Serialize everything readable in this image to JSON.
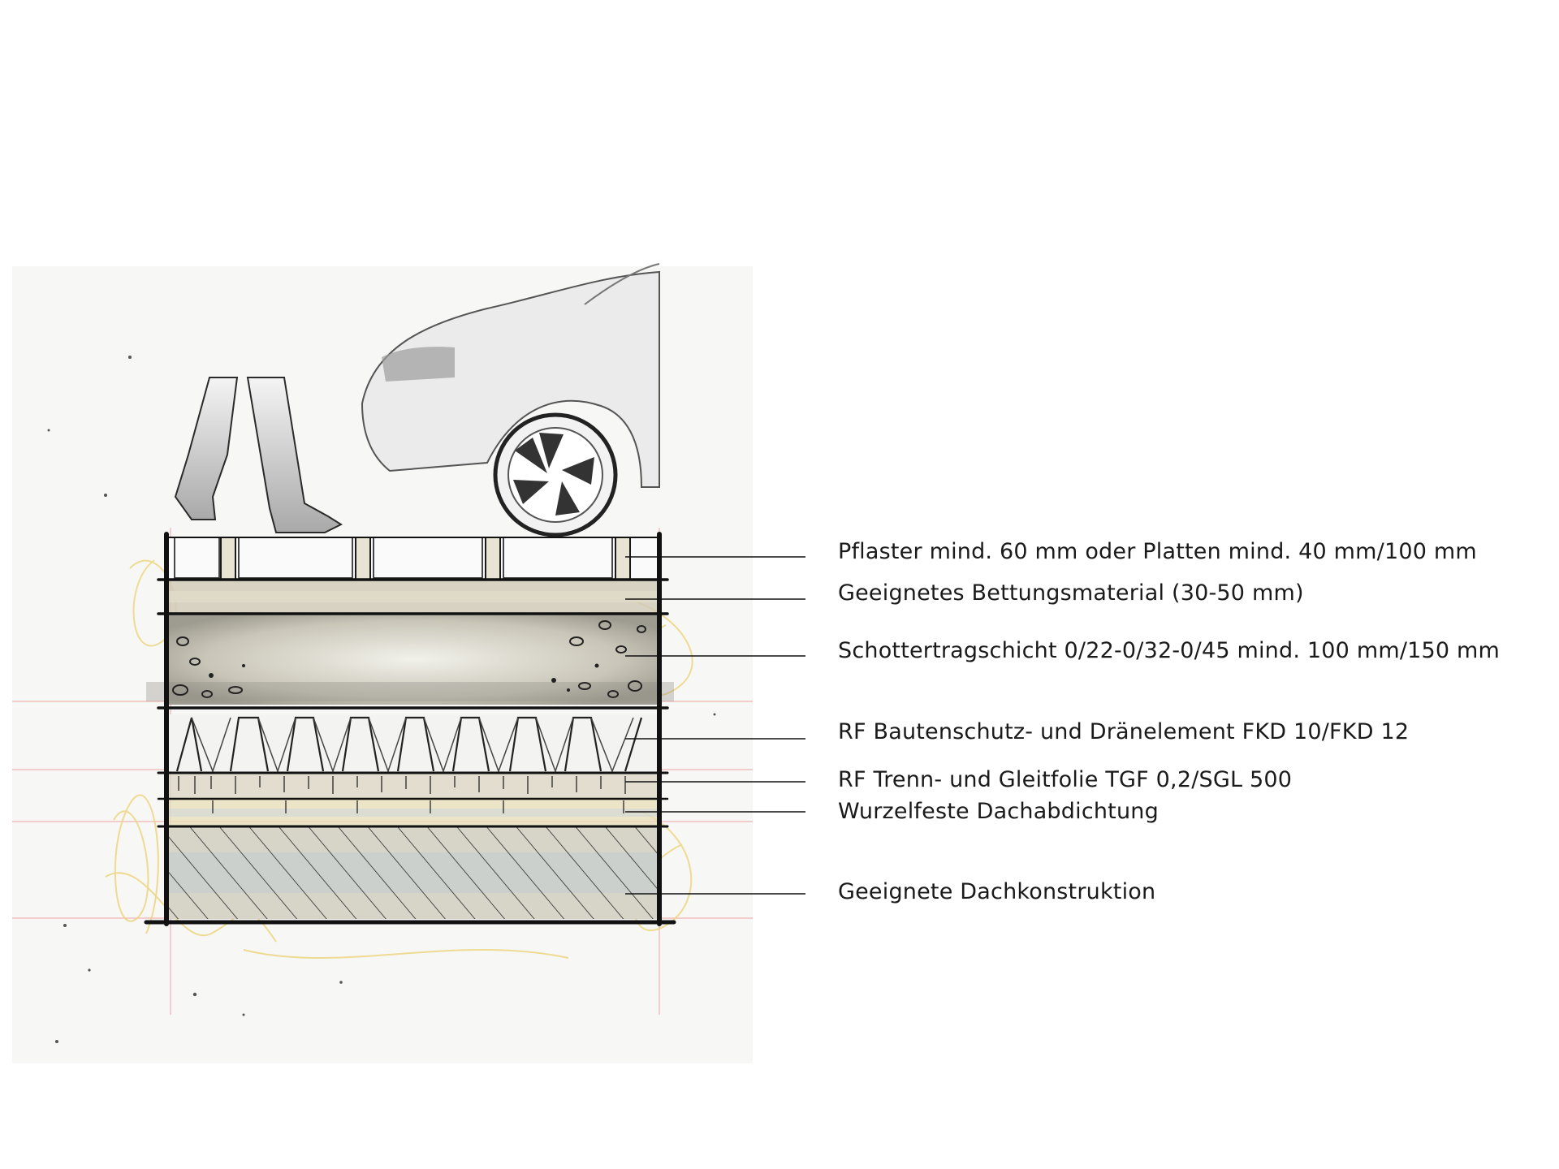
{
  "layers": [
    {
      "label": "Pflaster mind. 60 mm oder Platten mind. 40 mm/100 mm"
    },
    {
      "label": "Geeignetes Bettungsmaterial (30-50 mm)"
    },
    {
      "label": "Schottertragschicht 0/22-0/32-0/45 mind. 100 mm/150 mm"
    },
    {
      "label": "RF Bautenschutz- und Dränelement FKD 10/FKD 12"
    },
    {
      "label": "RF Trenn- und Gleitfolie TGF 0,2/SGL 500"
    },
    {
      "label": "Wurzelfeste Dachabdichtung"
    },
    {
      "label": "Geeignete Dachkonstruktion"
    }
  ],
  "colors": {
    "ink": "#1a1a1a",
    "sand": "#cfc8b6",
    "gravel": "#d9d7c6",
    "crayon_yellow": "#f0dc8c",
    "pink_guides": "#efb4b4",
    "blue_wash": "#a9c4dc"
  }
}
